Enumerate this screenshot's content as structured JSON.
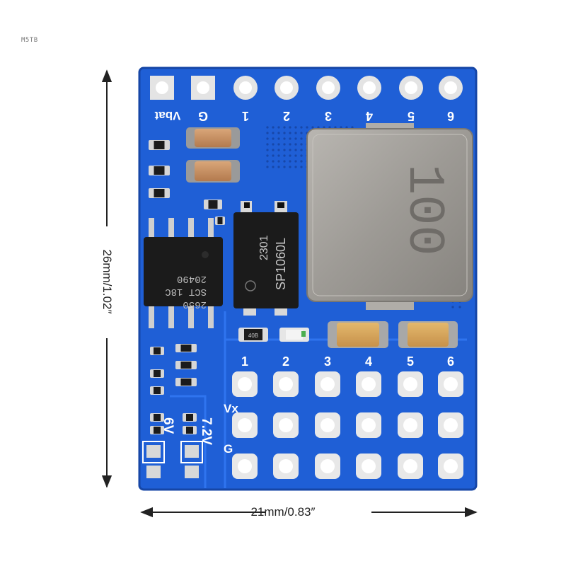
{
  "watermark": "M5TB",
  "dimensions": {
    "width_label": "21mm/0.83″",
    "height_label": "26mm/1.02″"
  },
  "board": {
    "color": "#1f5fd6",
    "top_labels": [
      "Vbat",
      "G",
      "1",
      "2",
      "3",
      "4",
      "5",
      "6"
    ],
    "bottom_labels": [
      "1",
      "2",
      "3",
      "4",
      "5",
      "6"
    ],
    "row_labels": {
      "vx": "Vx",
      "g": "G"
    },
    "voltage_labels": {
      "v72": "7.2V",
      "v6": "6V"
    },
    "chips": {
      "left_chip": {
        "line1": "2650",
        "line2": "SCT 18C",
        "line3": "20490"
      },
      "right_chip": {
        "line1": "SP1060L",
        "line2": "2301"
      },
      "inductor_marking": "100",
      "resistor_marking": "40B"
    }
  }
}
